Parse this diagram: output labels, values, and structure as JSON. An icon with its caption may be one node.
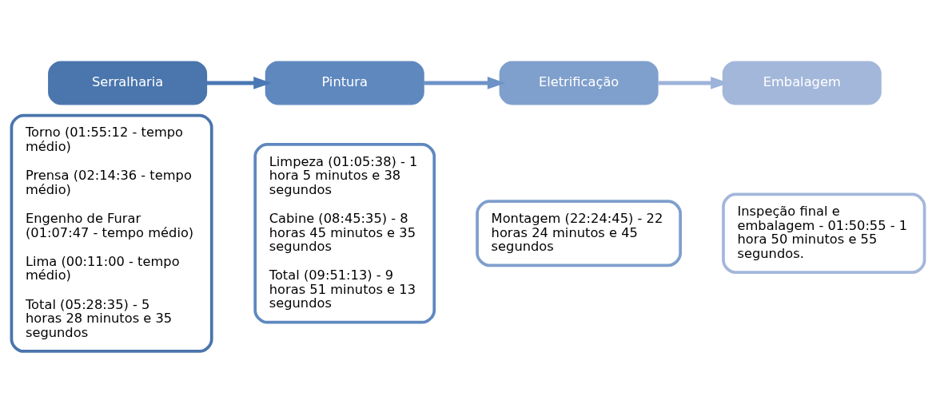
{
  "diagram": {
    "nodes": [
      {
        "text": [
          "Serralharia"
        ]
      },
      {
        "text": [
          "Torno (01:55:12 - tempo médio)",
          "Prensa (02:14:36 - tempo médio)",
          "Engenho de Furar (01:07:47 - tempo médio)",
          "Lima (00:11:00 - tempo médio)",
          "Total (05:28:35) - 5 horas 28 minutos e 35 segundos"
        ]
      },
      {
        "text": [
          "Pintura"
        ]
      },
      {
        "text": [
          "Limpeza (01:05:38) - 1 hora 5 minutos e 38 segundos",
          "Cabine (08:45:35) - 8 horas 45 minutos e 35 segundos",
          "Total (09:51:13) - 9 horas 51 minutos e 13 segundos"
        ]
      },
      {
        "text": [
          "Eletrificação"
        ]
      },
      {
        "text": [
          "Montagem (22:24:45) - 22 horas 24 minutos e 45 segundos"
        ]
      },
      {
        "text": [
          "Embalagem"
        ]
      },
      {
        "text": [
          "Inspeção final e embalagem - 01:50:55 - 1 hora 50 minutos e 55 segundos."
        ]
      }
    ],
    "edges": [
      {
        "from": 0,
        "to": 2,
        "arrow": "to",
        "color": "#4a78b4"
      },
      {
        "from": 2,
        "to": 4,
        "arrow": "to",
        "color": "#6d93c6"
      },
      {
        "from": 4,
        "to": 6,
        "arrow": "to",
        "color": "#9db3d9"
      }
    ]
  }
}
